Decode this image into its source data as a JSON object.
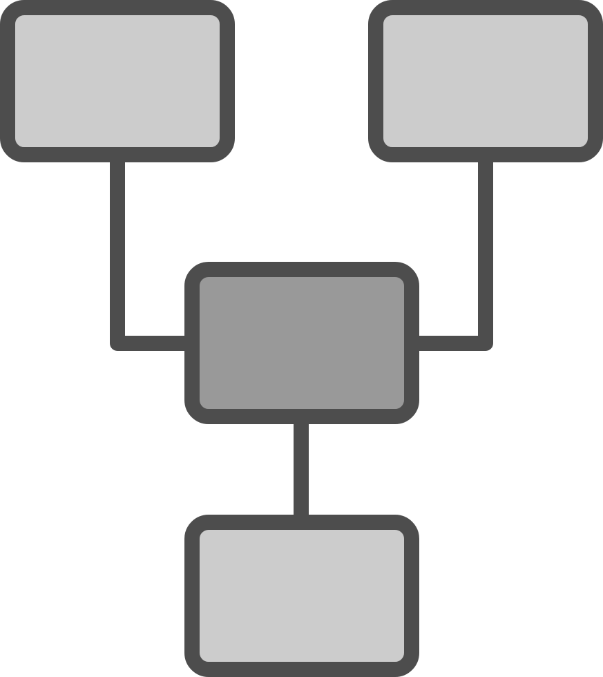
{
  "icon": {
    "name": "hierarchy-structure-icon",
    "colors": {
      "stroke": "#4d4d4d",
      "fill_light": "#cccccc",
      "fill_center": "#999999",
      "background": "#ffffff"
    },
    "nodes": [
      {
        "id": "top-left",
        "fill": "light"
      },
      {
        "id": "top-right",
        "fill": "light"
      },
      {
        "id": "center",
        "fill": "center"
      },
      {
        "id": "bottom",
        "fill": "light"
      }
    ],
    "connections": [
      {
        "from": "top-left",
        "to": "center"
      },
      {
        "from": "top-right",
        "to": "center"
      },
      {
        "from": "center",
        "to": "bottom"
      }
    ]
  }
}
